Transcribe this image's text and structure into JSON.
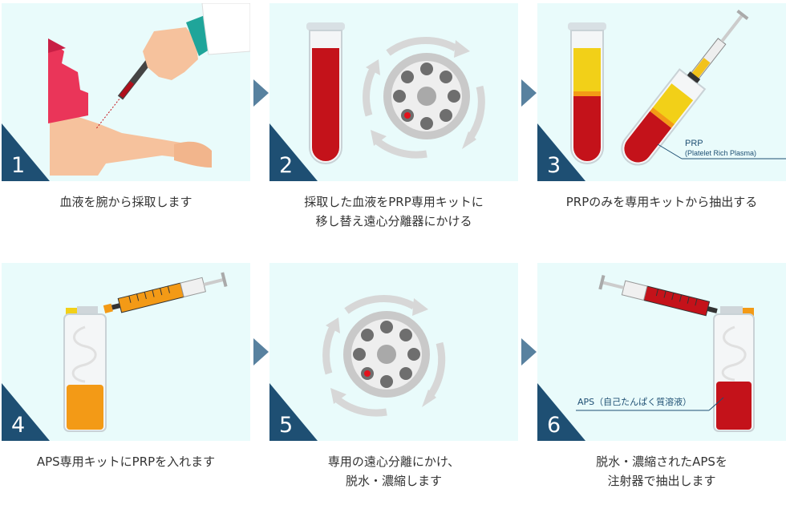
{
  "steps": [
    {
      "number": "1",
      "lines": [
        "血液を腕から採取します"
      ]
    },
    {
      "number": "2",
      "lines": [
        "採取した血液をPRP専用キットに",
        "移し替え遠心分離器にかける"
      ]
    },
    {
      "number": "3",
      "lines": [
        "PRPのみを専用キットから抽出する"
      ]
    },
    {
      "number": "4",
      "lines": [
        "APS専用キットにPRPを入れます"
      ]
    },
    {
      "number": "5",
      "lines": [
        "専用の遠心分離にかけ、",
        "脱水・濃縮します"
      ]
    },
    {
      "number": "6",
      "lines": [
        "脱水・濃縮されたAPSを",
        "注射器で抽出します"
      ]
    }
  ],
  "labels": {
    "prp_title": "PRP",
    "prp_sub": "(Platelet Rich Plasma)",
    "aps": "APS（自己たんぱく質溶液）"
  },
  "colors": {
    "panel_bg": "#e9fbfb",
    "corner": "#1e4f73",
    "arrow": "#58819f",
    "blood": "#c4121a",
    "plasma": "#f2c21b",
    "aps_orange": "#f39a16"
  }
}
